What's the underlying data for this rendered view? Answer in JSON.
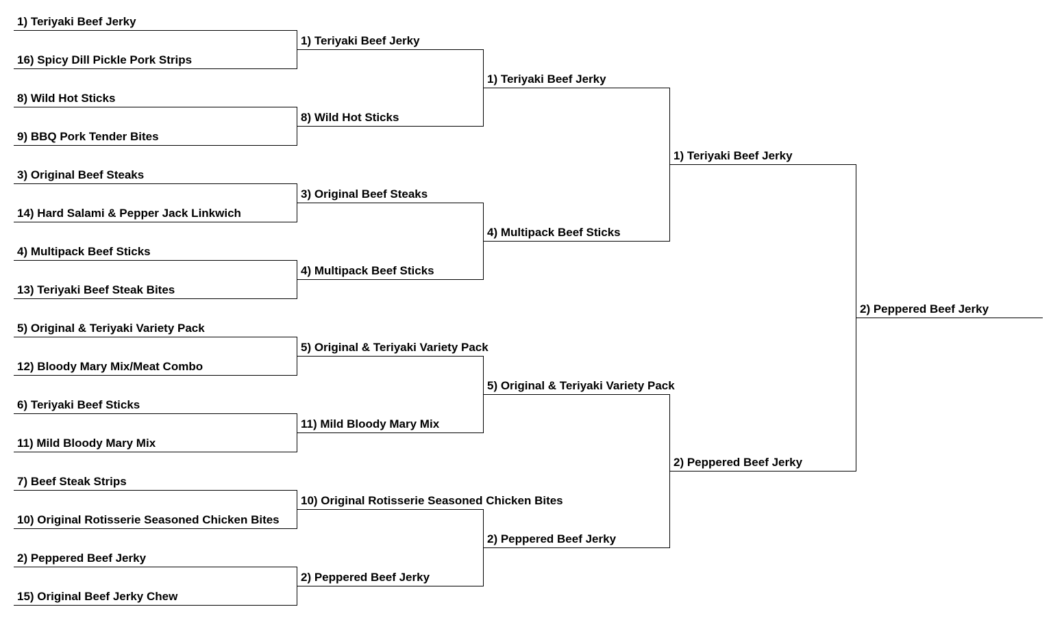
{
  "bracket": {
    "rounds": [
      [
        "1) Teriyaki Beef Jerky",
        "16) Spicy Dill Pickle Pork Strips",
        "8) Wild Hot Sticks",
        "9) BBQ Pork Tender Bites",
        "3) Original Beef Steaks",
        "14) Hard Salami & Pepper Jack Linkwich",
        "4) Multipack Beef Sticks",
        "13) Teriyaki Beef Steak Bites",
        "5) Original & Teriyaki Variety Pack",
        "12) Bloody Mary Mix/Meat Combo",
        "6) Teriyaki Beef Sticks",
        "11) Mild Bloody Mary Mix",
        "7) Beef Steak Strips",
        "10) Original Rotisserie Seasoned Chicken Bites",
        "2) Peppered Beef Jerky",
        "15) Original Beef Jerky Chew"
      ],
      [
        "1) Teriyaki Beef Jerky",
        "8) Wild Hot Sticks",
        "3) Original Beef Steaks",
        "4) Multipack Beef Sticks",
        "5) Original & Teriyaki Variety Pack",
        "11) Mild Bloody Mary Mix",
        "10) Original Rotisserie Seasoned Chicken Bites",
        "2) Peppered Beef Jerky"
      ],
      [
        "1) Teriyaki Beef Jerky",
        "4) Multipack Beef Sticks",
        "5) Original & Teriyaki Variety Pack",
        "2) Peppered Beef Jerky"
      ],
      [
        "1) Teriyaki Beef Jerky",
        "2) Peppered Beef Jerky"
      ],
      [
        "2) Peppered Beef Jerky"
      ]
    ]
  },
  "colors": {
    "line": "#000000",
    "text": "#000000",
    "background": "#ffffff"
  }
}
